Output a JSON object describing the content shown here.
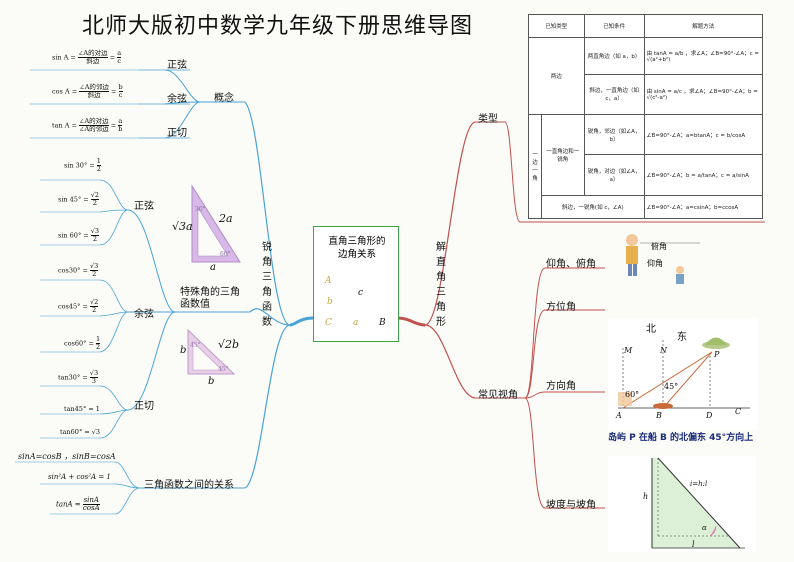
{
  "title": "北师大版初中数学九年级下册思维导图",
  "left": {
    "root": "锐角三角函数",
    "concept": {
      "label": "概念",
      "items": [
        {
          "label": "正弦",
          "formula": {
            "lhs": "sin A =",
            "num": "∠A的对边",
            "den": "斜边",
            "eq": "=",
            "rnum": "a",
            "rden": "c"
          }
        },
        {
          "label": "余弦",
          "formula": {
            "lhs": "cos A =",
            "num": "∠A的邻边",
            "den": "斜边",
            "eq": "=",
            "rnum": "b",
            "rden": "c"
          }
        },
        {
          "label": "正切",
          "formula": {
            "lhs": "tan A =",
            "num": "∠A的对边",
            "den": "∠A的邻边",
            "eq": "=",
            "rnum": "a",
            "rden": "b"
          }
        }
      ]
    },
    "special": {
      "label": "特殊角的三角函数值",
      "groups": [
        {
          "label": "正弦",
          "items": [
            {
              "lhs": "sin 30° =",
              "num": "1",
              "den": "2"
            },
            {
              "lhs": "sin 45° =",
              "num": "√2",
              "den": "2"
            },
            {
              "lhs": "sin 60° =",
              "num": "√3",
              "den": "2"
            }
          ]
        },
        {
          "label": "余弦",
          "items": [
            {
              "lhs": "cos30° =",
              "num": "√3",
              "den": "2"
            },
            {
              "lhs": "cos45° =",
              "num": "√2",
              "den": "2"
            },
            {
              "lhs": "cos60° =",
              "num": "1",
              "den": "2"
            }
          ]
        },
        {
          "label": "正切",
          "items": [
            {
              "lhs": "tan30° =",
              "num": "√3",
              "den": "3"
            },
            {
              "lhs": "tan45° = 1",
              "num": "",
              "den": ""
            },
            {
              "lhs": "tan60° = √3",
              "num": "",
              "den": ""
            }
          ]
        }
      ],
      "tri1": {
        "a": "2a",
        "b": "√3a",
        "c": "a",
        "ang1": "30°",
        "ang2": "60°"
      },
      "tri2": {
        "a": "√2b",
        "b": "b",
        "c": "b",
        "ang1": "45°",
        "ang2": "45°"
      }
    },
    "relations": {
      "label": "三角函数之间的关系",
      "items": [
        "sinA=cosB ，sinB=cosA",
        "sin²A + cos²A = 1"
      ],
      "tan": {
        "lhs": "tanA =",
        "num": "sinA",
        "den": "cosA"
      }
    }
  },
  "center": {
    "label": "直角三角形的边角关系",
    "tri": {
      "A": "A",
      "B": "B",
      "C": "C",
      "a": "a",
      "b": "b",
      "c": "c"
    }
  },
  "right": {
    "root": "解直角三角形",
    "types": {
      "label": "类型",
      "table": {
        "headers": [
          "已知类型",
          "已知条件",
          "解题方法"
        ],
        "rows": [
          {
            "type": "两边",
            "cond": "两直角边（如 a，b）",
            "method": "由 tanA = a/b ，求∠A；∠B=90°-∠A；c = √(a²+b²)"
          },
          {
            "type": "",
            "cond": "斜边，一直角边（如 c，a）",
            "method": "由 sinA = a/c ，求∠A；∠B=90°-∠A；b = √(c²-a²)"
          },
          {
            "type": "一边一角",
            "sub": "一直角边和一锐角",
            "cond": "锐角，邻边（如∠A，b）",
            "method": "∠B=90°-∠A；a=btanA；c = b/cosA"
          },
          {
            "type": "",
            "sub": "",
            "cond": "锐角，对边（如∠A，a）",
            "method": "∠B=90°-∠A；b = a/tanA；c = a/sinA"
          },
          {
            "type": "",
            "sub": "斜边，一锐角(如 c，∠A)",
            "cond": "",
            "method": "∠B=90°-∠A；a=csinA；b=ccosA"
          }
        ]
      }
    },
    "common": {
      "label": "常见视角",
      "items": [
        {
          "label": "仰角、俯角",
          "pic": {
            "up": "俯角",
            "down": "仰角"
          }
        },
        {
          "label": "方位角"
        },
        {
          "label": "方向角",
          "pic": {
            "north": "北",
            "east": "东",
            "M": "M",
            "N": "N",
            "P": "P",
            "A": "A",
            "B": "B",
            "D": "D",
            "C": "C",
            "ang1": "60°",
            "ang2": "45°",
            "caption": "岛屿 P 在船 B 的北偏东 45°方向上"
          }
        },
        {
          "label": "坡度与坡角",
          "pic": {
            "h": "h",
            "i": "i=h:l",
            "l": "l",
            "alpha": "α"
          }
        }
      ]
    }
  },
  "colors": {
    "left_branch": "#4aa3d6",
    "right_branch": "#c0504d",
    "center_border": "#3fa34d"
  }
}
